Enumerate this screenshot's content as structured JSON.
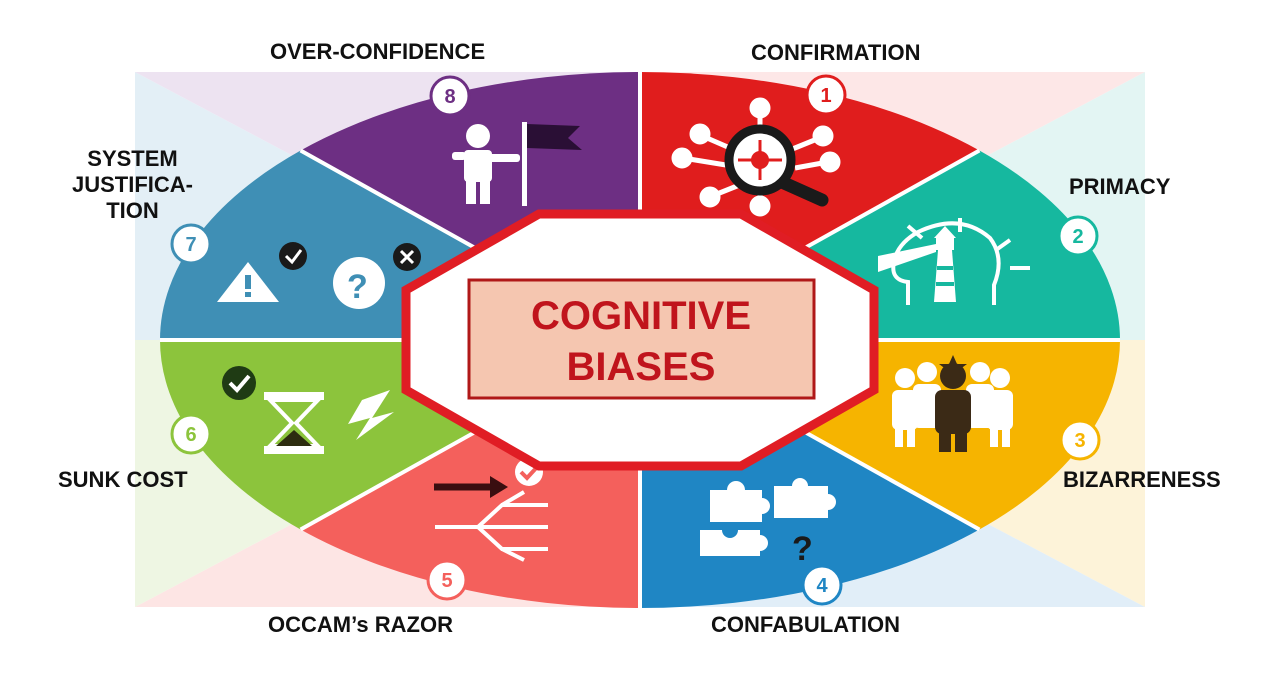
{
  "center": {
    "line1": "COGNITIVE",
    "line2": "BIASES",
    "text_color": "#c0141c",
    "box_fill": "#f5c6b0",
    "ring_color": "#e01d24"
  },
  "segments": [
    {
      "num": "1",
      "label": "CONFIRMATION",
      "color": "#e01d1d",
      "icon": "magnifier-network-icon"
    },
    {
      "num": "2",
      "label": "PRIMACY",
      "color": "#16b89f",
      "icon": "head-lighthouse-icon"
    },
    {
      "num": "3",
      "label": "BIZARRENESS",
      "color": "#f6b400",
      "icon": "standout-person-icon"
    },
    {
      "num": "4",
      "label": "CONFABULATION",
      "color": "#1f86c4",
      "icon": "puzzle-question-icon"
    },
    {
      "num": "5",
      "label": "OCCAM’s RAZOR",
      "color": "#f4605c",
      "icon": "arrow-decision-tree-icon"
    },
    {
      "num": "6",
      "label": "SUNK COST",
      "color": "#8cc43c",
      "icon": "hourglass-lightning-icon"
    },
    {
      "num": "7",
      "label_lines": [
        "SYSTEM",
        "JUSTIFICA-",
        "TION"
      ],
      "color": "#3f8fb5",
      "icon": "warning-question-icon"
    },
    {
      "num": "8",
      "label": "OVER-CONFIDENCE",
      "color": "#6d2f83",
      "icon": "person-flag-icon"
    }
  ]
}
